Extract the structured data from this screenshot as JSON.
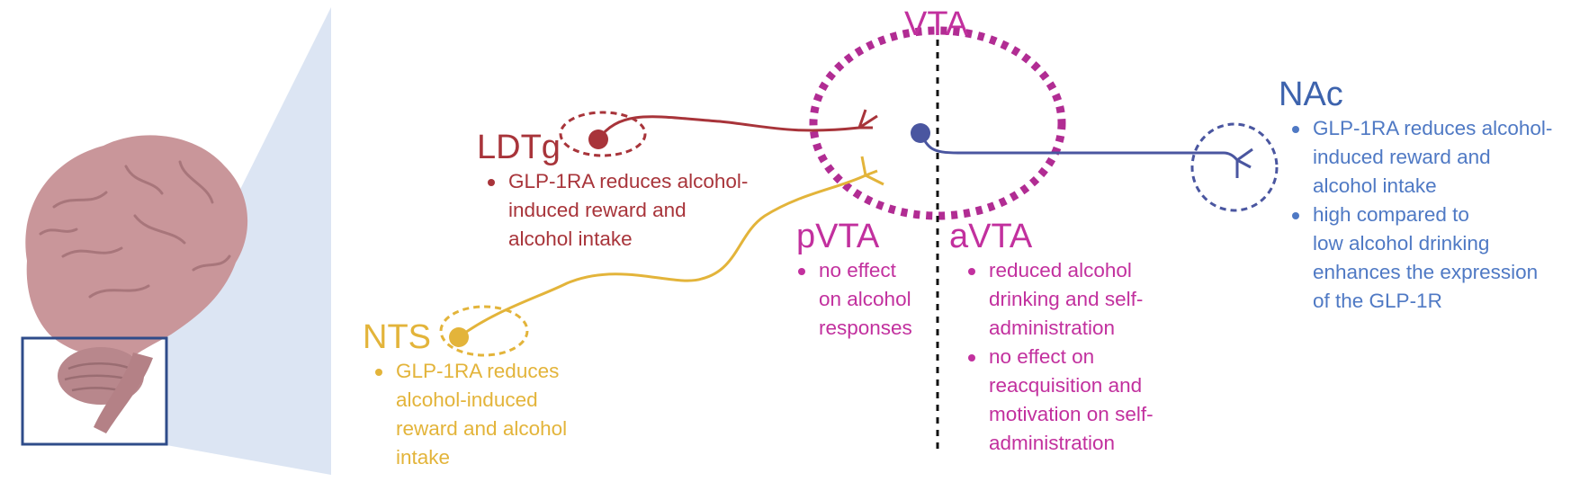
{
  "colors": {
    "vta": "#c2309e",
    "ldtg": "#a8343a",
    "nts": "#e3b43a",
    "nac": "#4f79c4",
    "nac_neuron": "#4a56a0",
    "brain": "#c9969a",
    "brain_box": "#2f4c8a",
    "zoom_fan": "#d6e0f1"
  },
  "icons": {
    "brain": "brain-icon"
  },
  "vta": {
    "title": "VTA"
  },
  "ldtg": {
    "title": "LDTg",
    "bullets": [
      "GLP-1RA reduces alcohol-induced reward and alcohol intake"
    ],
    "lines": [
      "GLP-1RA reduces alcohol-",
      "induced reward and",
      "alcohol intake"
    ]
  },
  "nts": {
    "title": "NTS",
    "bullets": [
      "GLP-1RA reduces alcohol-induced reward and alcohol intake"
    ],
    "lines": [
      "GLP-1RA reduces",
      "alcohol-induced",
      "reward and alcohol",
      "intake"
    ]
  },
  "pvta": {
    "title": "pVTA",
    "bullets": [
      "no effect on alcohol responses"
    ],
    "lines": [
      "no effect",
      "on alcohol",
      "responses"
    ]
  },
  "avta": {
    "title": "aVTA",
    "bullets": [
      "reduced alcohol drinking and self-administration",
      "no effect on reacquisition and motivation on self-administration"
    ],
    "item1_lines": [
      "reduced alcohol",
      "drinking and self-",
      "administration"
    ],
    "item2_lines": [
      "no effect on",
      "reacquisition and",
      "motivation on self-",
      "administration"
    ]
  },
  "nac": {
    "title": "NAc",
    "bullets": [
      "GLP-1RA reduces alcohol-induced reward and alcohol intake",
      "high compared to low alcohol drinking enhances the expression of the GLP-1R"
    ],
    "item1_lines": [
      "GLP-1RA reduces alcohol-",
      "induced reward and",
      "alcohol intake"
    ],
    "item2_lines": [
      "high compared to",
      "low alcohol drinking",
      "enhances the expression",
      "of the GLP-1R"
    ]
  }
}
